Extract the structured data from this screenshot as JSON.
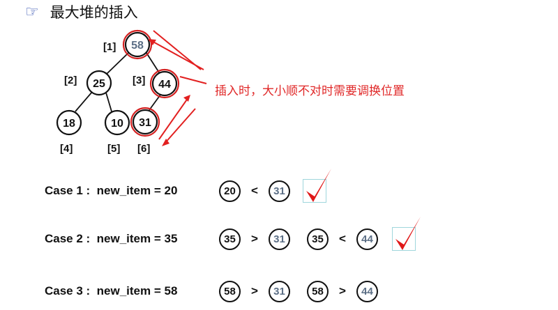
{
  "heading": {
    "icon": "pointing-hand-icon",
    "title": "最大堆的插入"
  },
  "tree": {
    "nodes": [
      {
        "index_label": "[1]",
        "value": "58",
        "gray": true
      },
      {
        "index_label": "[2]",
        "value": "25",
        "gray": false
      },
      {
        "index_label": "[3]",
        "value": "44",
        "gray": false
      },
      {
        "index_label": "[4]",
        "value": "18",
        "gray": false
      },
      {
        "index_label": "[5]",
        "value": "10",
        "gray": false
      },
      {
        "index_label": "[6]",
        "value": "31",
        "gray": false
      }
    ],
    "highlighted": [
      "58",
      "44",
      "31"
    ]
  },
  "note": "插入时，大小顺不对时需要调换位置",
  "cases": [
    {
      "label": "Case 1 :  new_item = 20",
      "ops": [
        [
          "20",
          "<",
          "31"
        ]
      ],
      "checked": true
    },
    {
      "label": "Case 2 :  new_item = 35",
      "ops": [
        [
          "35",
          ">",
          "31"
        ],
        [
          "35",
          "<",
          "44"
        ]
      ],
      "checked": true
    },
    {
      "label": "Case 3 :  new_item = 58",
      "ops": [
        [
          "58",
          ">",
          "31"
        ],
        [
          "58",
          ">",
          "44"
        ]
      ],
      "checked": false
    }
  ],
  "colors": {
    "highlight": "#d42020",
    "note": "#e02828",
    "gray_text": "#5c6f86",
    "check": "#e01818"
  }
}
